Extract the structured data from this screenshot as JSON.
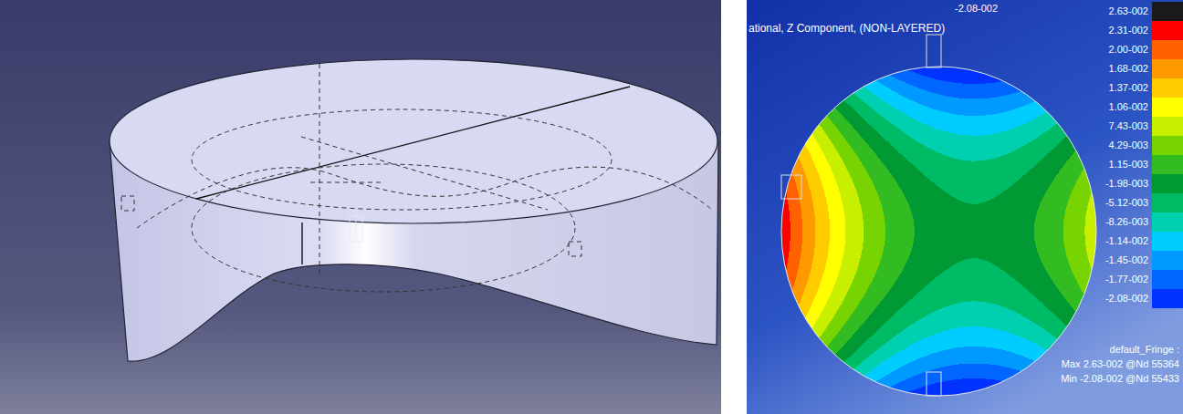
{
  "diagram": {
    "labels": [
      "-2.08-002",
      "ational, Z Component, (NON-LAYERED)",
      "default_Fringe :",
      "Max 2.63-002 @Nd 55364",
      "Min -2.08-002 @Nd 55433"
    ],
    "legend": [
      {
        "text": "2.63-002",
        "color": "#1a1a1a"
      },
      {
        "text": "2.31-002",
        "color": "#ff0000"
      },
      {
        "text": "2.00-002",
        "color": "#ff6000"
      },
      {
        "text": "1.68-002",
        "color": "#ff9900"
      },
      {
        "text": "1.37-002",
        "color": "#ffcc00"
      },
      {
        "text": "1.06-002",
        "color": "#ffff00"
      },
      {
        "text": "7.43-003",
        "color": "#c8ee00"
      },
      {
        "text": "4.29-003",
        "color": "#77d400"
      },
      {
        "text": "1.15-003",
        "color": "#33bb22"
      },
      {
        "text": "-1.98-003",
        "color": "#009933"
      },
      {
        "text": "-5.12-003",
        "color": "#00bb66"
      },
      {
        "text": "-8.26-003",
        "color": "#00d0b0"
      },
      {
        "text": "-1.14-002",
        "color": "#00ccff"
      },
      {
        "text": "-1.45-002",
        "color": "#0099ff"
      },
      {
        "text": "-1.77-002",
        "color": "#0066ff"
      },
      {
        "text": "-2.08-002",
        "color": "#0033ff"
      }
    ]
  }
}
